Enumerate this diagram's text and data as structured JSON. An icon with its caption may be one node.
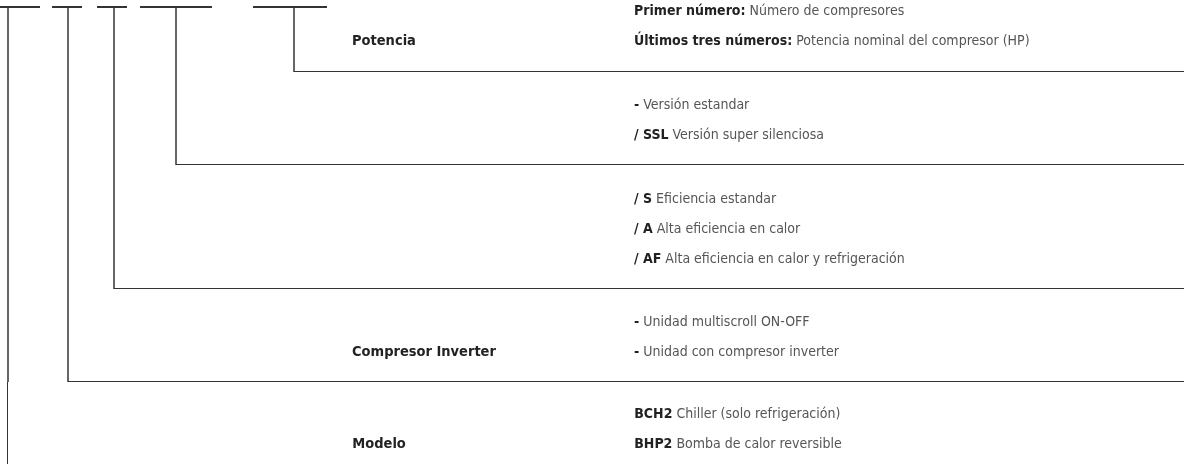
{
  "diagram": {
    "nodes": [
      {
        "text": [],
        "shape": "bar"
      },
      {
        "text": [],
        "shape": "bar"
      },
      {
        "text": [],
        "shape": "bar"
      },
      {
        "text": [],
        "shape": "bar"
      },
      {
        "text": [],
        "shape": "bar"
      },
      {
        "text": [
          "Potencia",
          "**Primer número:** Número de compresores",
          "**Últimos tres números:** Potencia nominal del compresor (HP)"
        ]
      },
      {
        "text": [
          "**-** Versión estandar",
          "**/ SSL** Versión super silenciosa"
        ]
      },
      {
        "text": [
          "**/ S** Eficiencia estandar",
          "**/ A** Alta eficiencia en calor",
          "**/ AF** Alta eficiencia en calor y refrigeración"
        ]
      },
      {
        "text": [
          "Compresor Inverter",
          "**-** Unidad multiscroll ON-OFF",
          "**-** Unidad con compresor inverter"
        ]
      },
      {
        "text": [
          "Modelo",
          "**BCH2** Chiller (solo refrigeración)",
          "**BHP2** Bomba de calor reversible"
        ]
      }
    ],
    "edges": [
      {
        "from": 0,
        "to": 9,
        "arrow": "none"
      },
      {
        "from": 1,
        "to": 8,
        "arrow": "none"
      },
      {
        "from": 2,
        "to": 7,
        "arrow": "none"
      },
      {
        "from": 3,
        "to": 6,
        "arrow": "none"
      },
      {
        "from": 4,
        "to": 5,
        "arrow": "none"
      }
    ]
  }
}
